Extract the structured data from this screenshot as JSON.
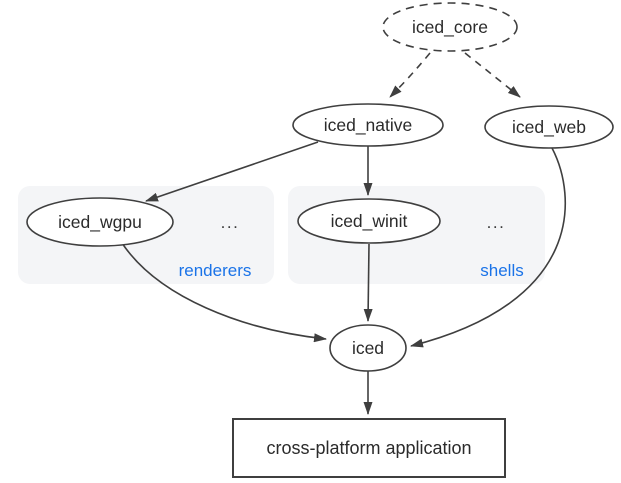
{
  "diagram": {
    "nodes": {
      "core": {
        "label": "iced_core",
        "shape": "ellipse",
        "style": "dashed"
      },
      "native": {
        "label": "iced_native",
        "shape": "ellipse",
        "style": "solid"
      },
      "web": {
        "label": "iced_web",
        "shape": "ellipse",
        "style": "solid"
      },
      "wgpu": {
        "label": "iced_wgpu",
        "shape": "ellipse",
        "style": "solid"
      },
      "winit": {
        "label": "iced_winit",
        "shape": "ellipse",
        "style": "solid"
      },
      "iced": {
        "label": "iced",
        "shape": "ellipse",
        "style": "solid"
      },
      "app": {
        "label": "cross-platform application",
        "shape": "rect",
        "style": "solid"
      }
    },
    "groups": {
      "renderers": {
        "label": "renderers",
        "ellipsis": "...",
        "members": [
          "iced_wgpu"
        ]
      },
      "shells": {
        "label": "shells",
        "ellipsis": "...",
        "members": [
          "iced_winit"
        ]
      }
    },
    "edges": [
      {
        "from": "iced_core",
        "to": "iced_native",
        "style": "dashed"
      },
      {
        "from": "iced_core",
        "to": "iced_web",
        "style": "dashed"
      },
      {
        "from": "iced_native",
        "to": "iced_wgpu",
        "style": "solid"
      },
      {
        "from": "iced_native",
        "to": "iced_winit",
        "style": "solid"
      },
      {
        "from": "iced_winit",
        "to": "iced",
        "style": "solid"
      },
      {
        "from": "iced_wgpu",
        "to": "iced",
        "style": "solid"
      },
      {
        "from": "iced_web",
        "to": "iced",
        "style": "solid"
      },
      {
        "from": "iced",
        "to": "cross-platform application",
        "style": "solid"
      }
    ],
    "colors": {
      "background": "#ffffff",
      "stroke": "#3f3f3f",
      "node_fill": "#ffffff",
      "node_text": "#2b2b2b",
      "group_fill": "#f4f5f7",
      "group_label": "#1a73e8"
    }
  }
}
